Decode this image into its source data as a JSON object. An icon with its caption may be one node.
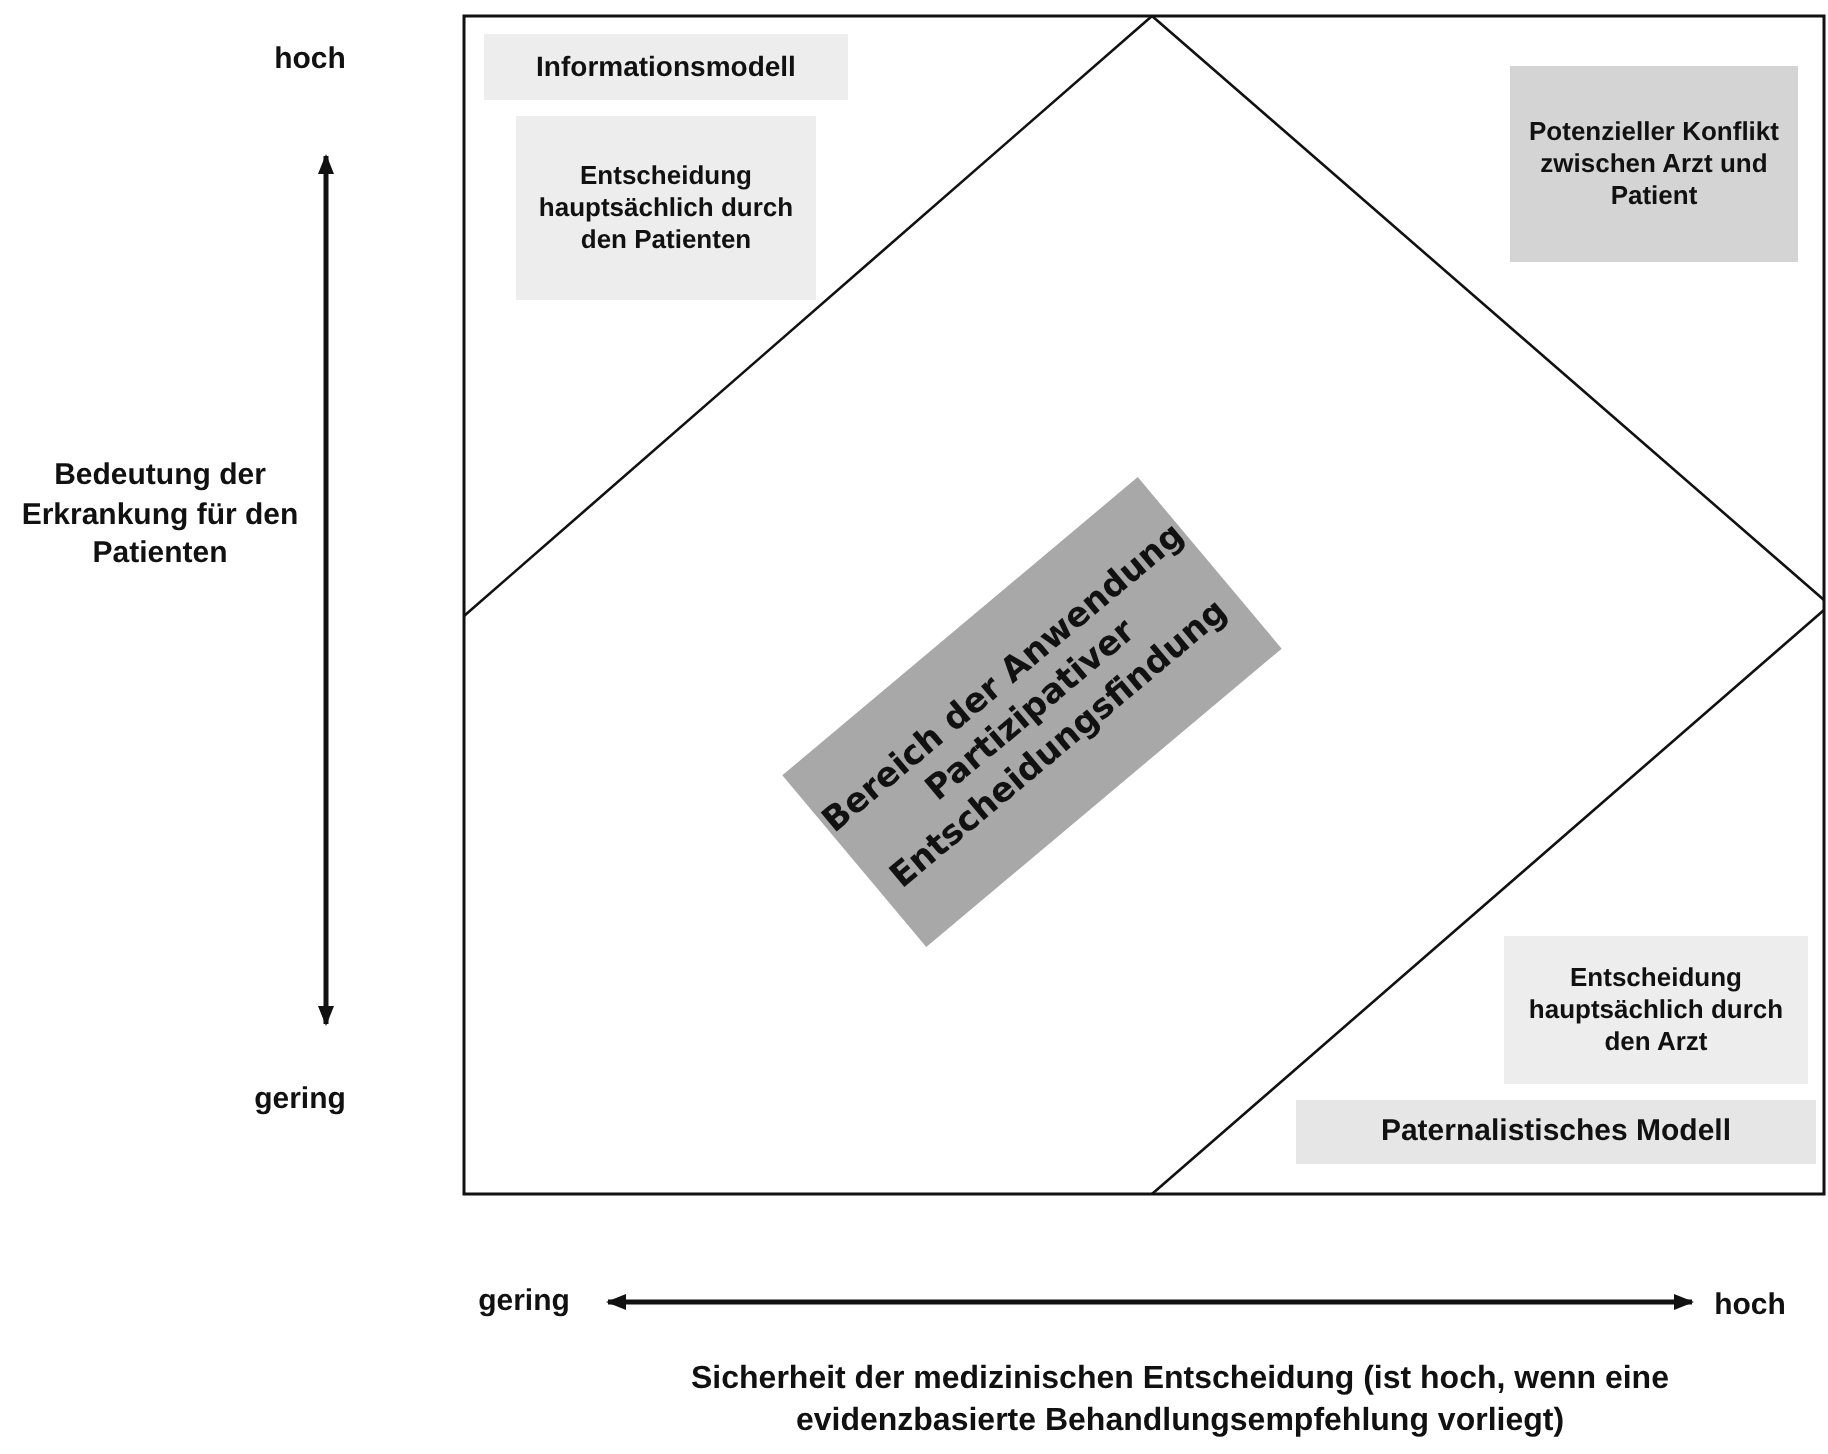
{
  "diagram": {
    "caption": "Sicherheit der medizinischen Entscheidung (ist hoch, wenn eine evidenzbasierte Behandlungsempfehlung vorliegt)",
    "nodes": [
      {
        "text": [
          "Informationsmodell"
        ]
      },
      {
        "text": [
          "Entscheidung hauptsächlich durch den Patienten"
        ]
      },
      {
        "text": [
          "Potenzieller Konflikt zwischen Arzt und Patient"
        ]
      },
      {
        "text": [
          "Bereich der Anwendung Partizipativer Entscheidungsfindung"
        ]
      },
      {
        "text": [
          "Entscheidung hauptsächlich durch den Arzt"
        ]
      },
      {
        "text": [
          "Paternalistisches Modell"
        ]
      }
    ],
    "edges": [],
    "labels": [
      "hoch",
      "Bedeutung der Erkrankung für den Patienten",
      "gering",
      "gering",
      "hoch"
    ]
  }
}
